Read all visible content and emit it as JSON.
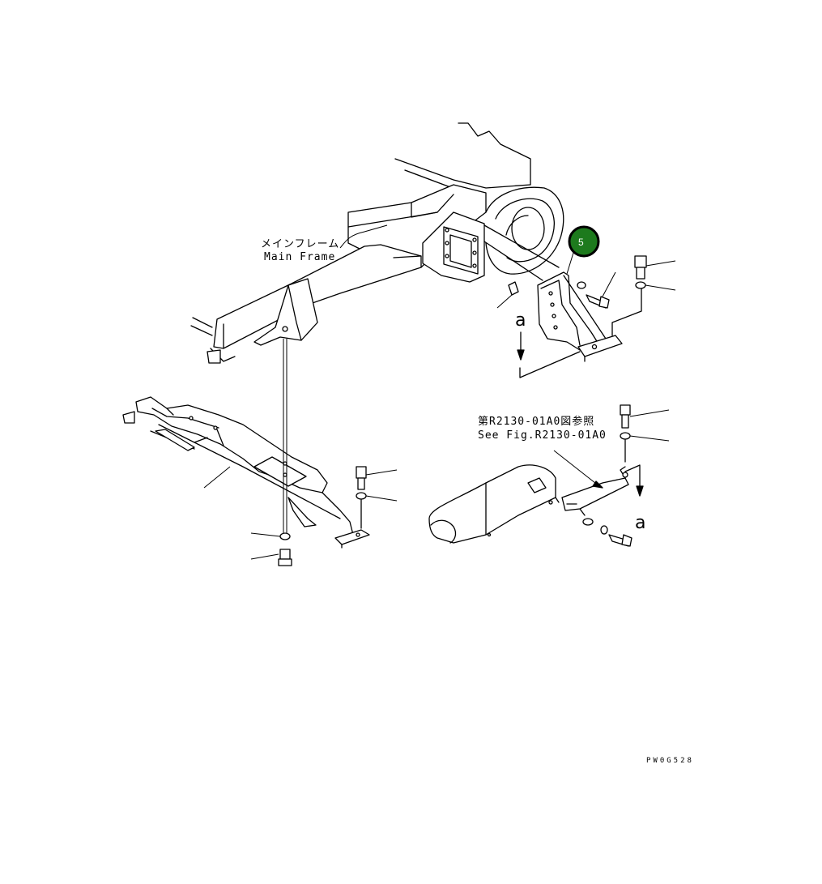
{
  "labels": {
    "main_frame_jp": "メインフレーム",
    "main_frame_en": "Main Frame",
    "see_fig_jp": "第R2130-01A0図参照",
    "see_fig_en": "See Fig.R2130-01A0",
    "view_a_top": "a",
    "view_a_bottom": "a",
    "drawing_code": "PW0G528"
  },
  "callouts": [
    {
      "number": "5"
    }
  ],
  "colors": {
    "callout_fill": "#1d7a1d",
    "callout_ring": "#000000",
    "line": "#000000",
    "background": "#ffffff"
  }
}
